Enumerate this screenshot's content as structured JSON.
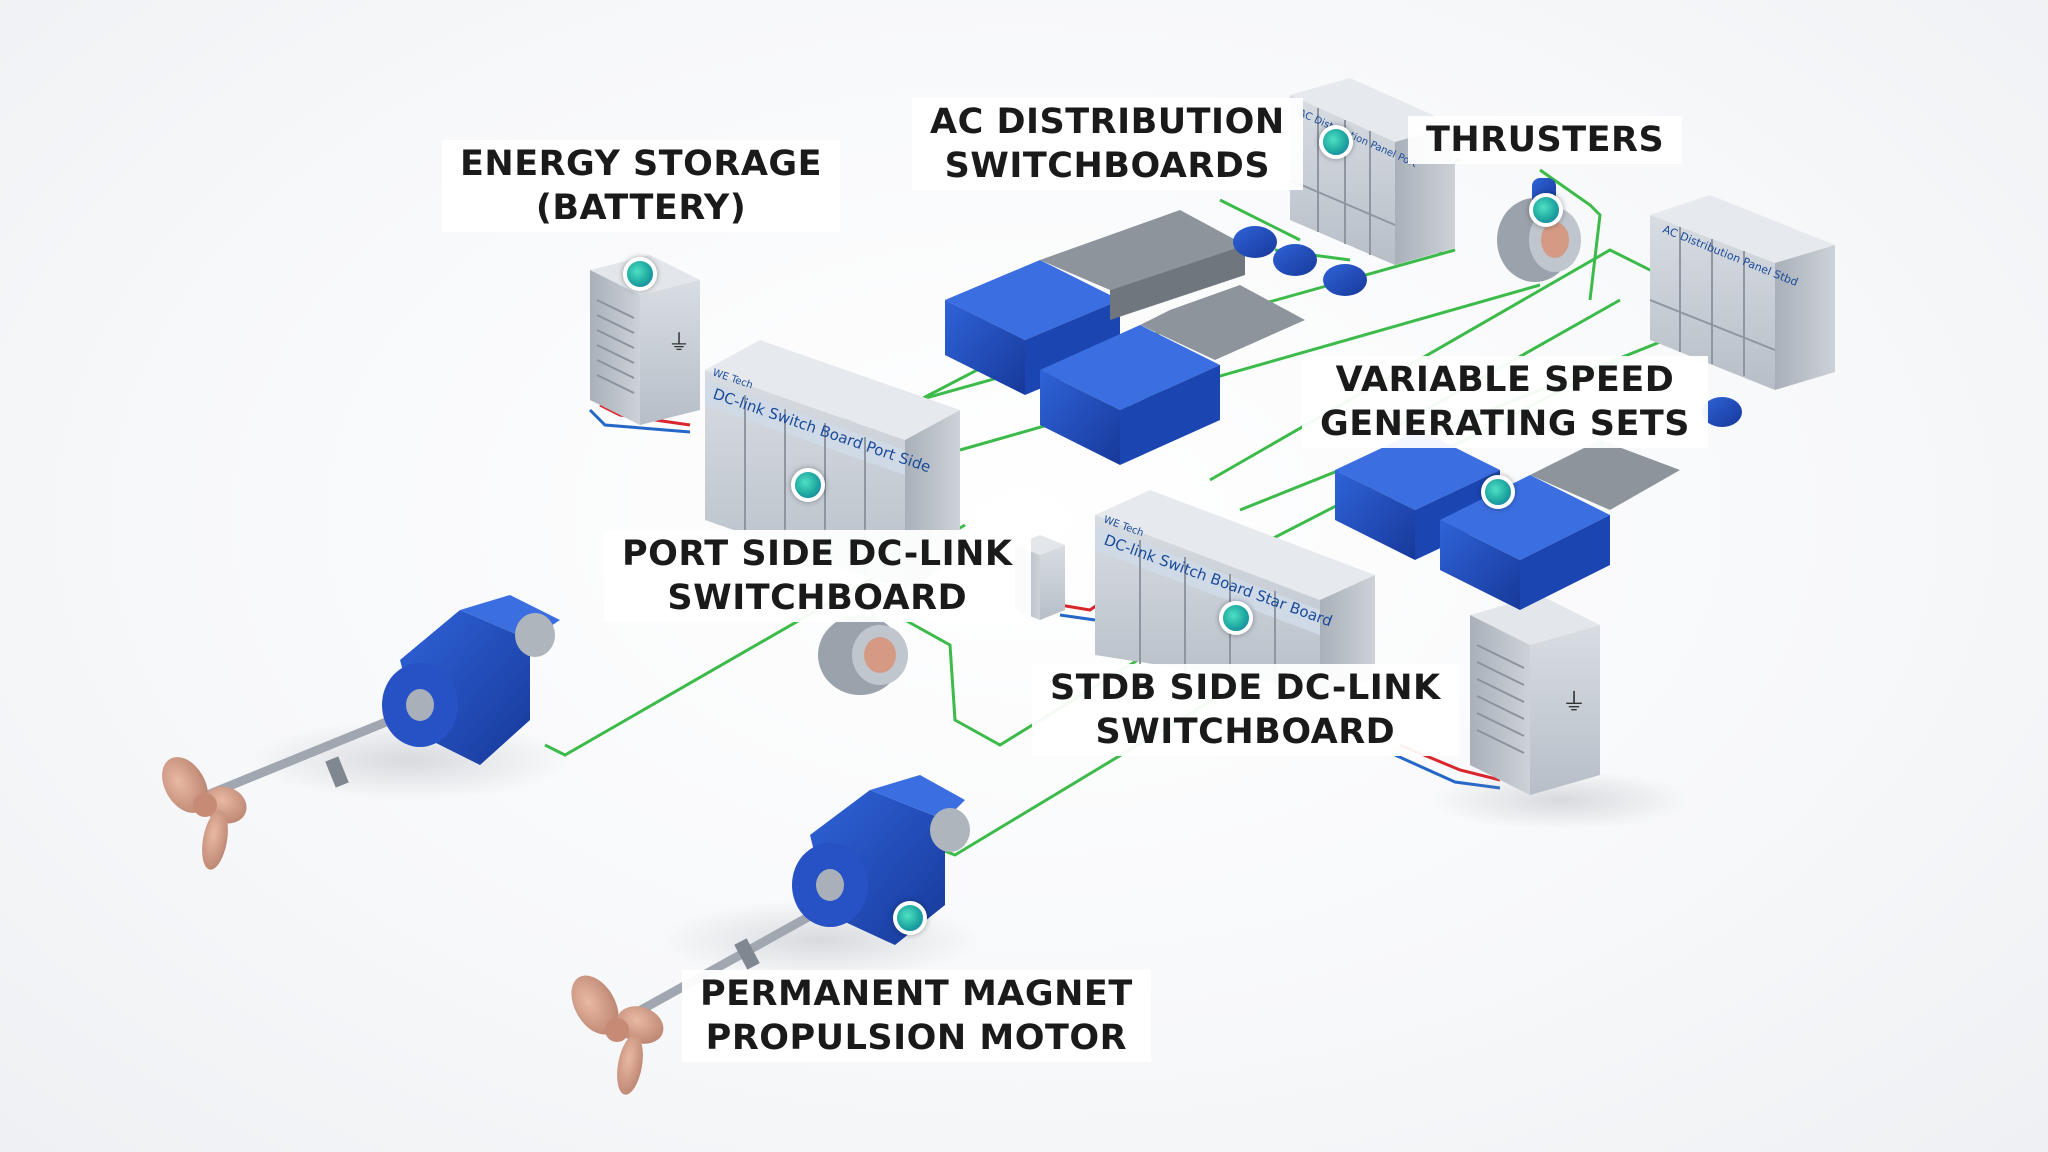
{
  "labels": {
    "energy_storage": {
      "line1": "ENERGY STORAGE",
      "line2": "(BATTERY)"
    },
    "ac_distribution": {
      "line1": "AC DISTRIBUTION",
      "line2": "SWITCHBOARDS"
    },
    "thrusters": {
      "line1": "THRUSTERS"
    },
    "variable_speed": {
      "line1": "VARIABLE SPEED",
      "line2": "GENERATING SETS"
    },
    "port_side": {
      "line1": "PORT SIDE DC-LINK",
      "line2": "SWITCHBOARD"
    },
    "stdb_side": {
      "line1": "STDB SIDE DC-LINK",
      "line2": "SWITCHBOARD"
    },
    "pm_motor": {
      "line1": "PERMANENT MAGNET",
      "line2": "PROPULSION MOTOR"
    }
  },
  "equipment_text": {
    "ac_panel_port": "AC Distribution Panel Port",
    "ac_panel_stbd": "AC Distribution Panel Stbd",
    "dc_port": "DC-link Switch Board Port Side",
    "dc_star": "DC-link Switch Board Star Board",
    "brand": "WE Tech"
  },
  "colors": {
    "cable_green": "#3dbb4a",
    "cable_red": "#d9262c",
    "cable_blue": "#2467c9",
    "machine_blue": "#1f4fc0",
    "cabinet_grey": "#c9cfd6",
    "propeller": "#d49a84"
  },
  "icons": [
    "hotspot-icon",
    "battery-cabinet-icon",
    "generator-icon",
    "thruster-icon",
    "propeller-icon"
  ]
}
